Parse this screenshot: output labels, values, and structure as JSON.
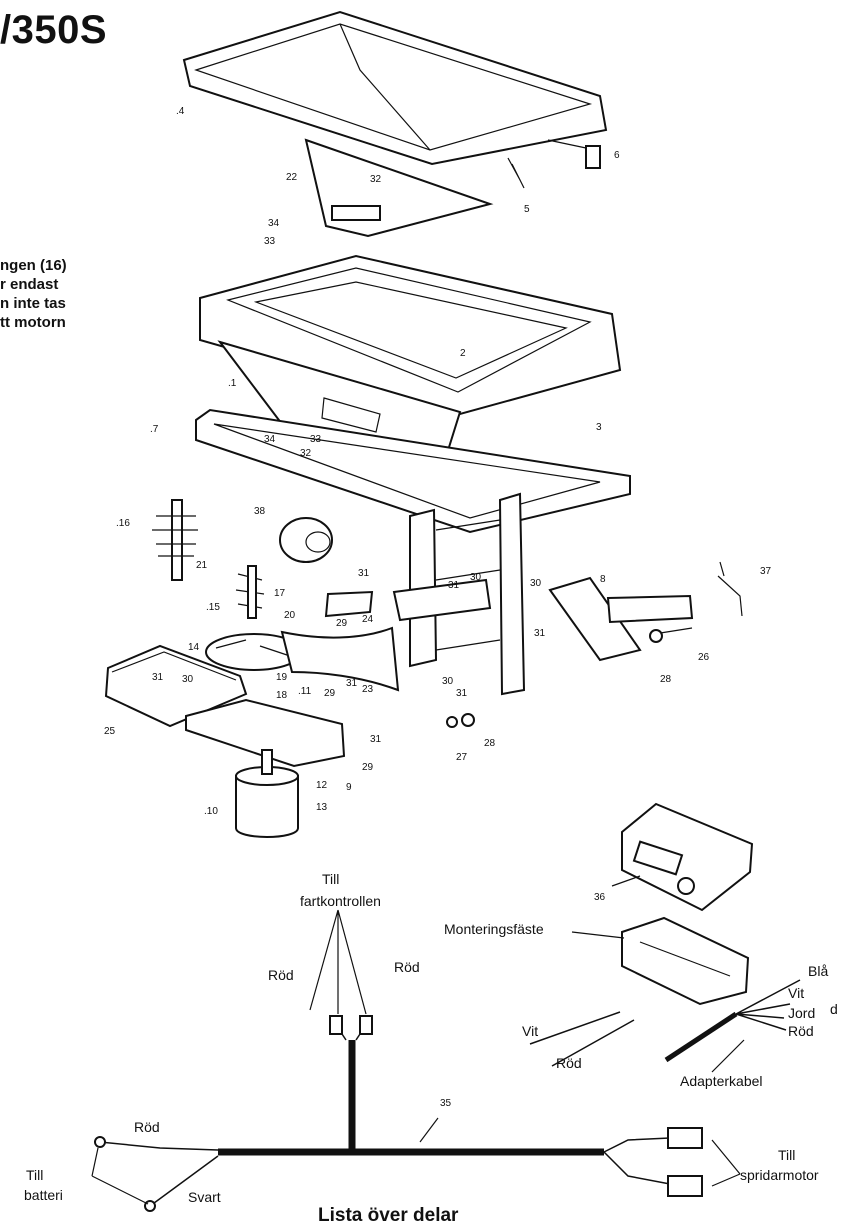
{
  "header": {
    "title": "/350S"
  },
  "note": {
    "lines": [
      "ngen (16)",
      "r endast",
      "n inte tas",
      "tt motorn"
    ]
  },
  "parts": {
    "p4": ".4",
    "p6": "6",
    "p5": "5",
    "p22": "22",
    "p32a": "32",
    "p34a": "34",
    "p33a": "33",
    "p2": "2",
    "p1": ".1",
    "p3": "3",
    "p7": ".7",
    "p34b": "34",
    "p33b": "33",
    "p32b": "32",
    "p16": ".16",
    "p38": "38",
    "p21": "21",
    "p17": "17",
    "p15": ".15",
    "p20": "20",
    "p31a": "31",
    "p29a": "29",
    "p24": "24",
    "p31b": "31",
    "p30a": "30",
    "p30b": "30",
    "p31c": "31",
    "p8": "8",
    "p37": "37",
    "p26": "26",
    "p28a": "28",
    "p14": "14",
    "p31d": "31",
    "p30c": "30",
    "p19": "19",
    "p18": "18",
    "p11": ".11",
    "p29b": "29",
    "p31e": "31",
    "p23": "23",
    "p30d": "30",
    "p31f": "31",
    "p25": "25",
    "p27": "27",
    "p28b": "28",
    "p31g": "31",
    "p29c": "29",
    "p12": "12",
    "p13": "13",
    "p10": ".10",
    "p9": "9",
    "p36": "36",
    "p35": "35"
  },
  "wiring": {
    "till_fart": "Till",
    "fartkontrollen": "fartkontrollen",
    "rod_left": "Röd",
    "rod_right": "Röd",
    "monteringsfaste": "Monteringsfäste",
    "vit_left": "Vit",
    "rod_mid": "Röd",
    "bla": "Blå",
    "vit_right": "Vit",
    "jord": "Jord",
    "rod_right2": "Röd",
    "d": "d",
    "adapterkabel": "Adapterkabel",
    "rod_battery": "Röd",
    "till_batteri": "Till",
    "batteri": "batteri",
    "svart": "Svart",
    "till_spridar": "Till",
    "spridarmotor": "spridarmotor"
  },
  "footer": {
    "heading": "Lista över delar"
  }
}
